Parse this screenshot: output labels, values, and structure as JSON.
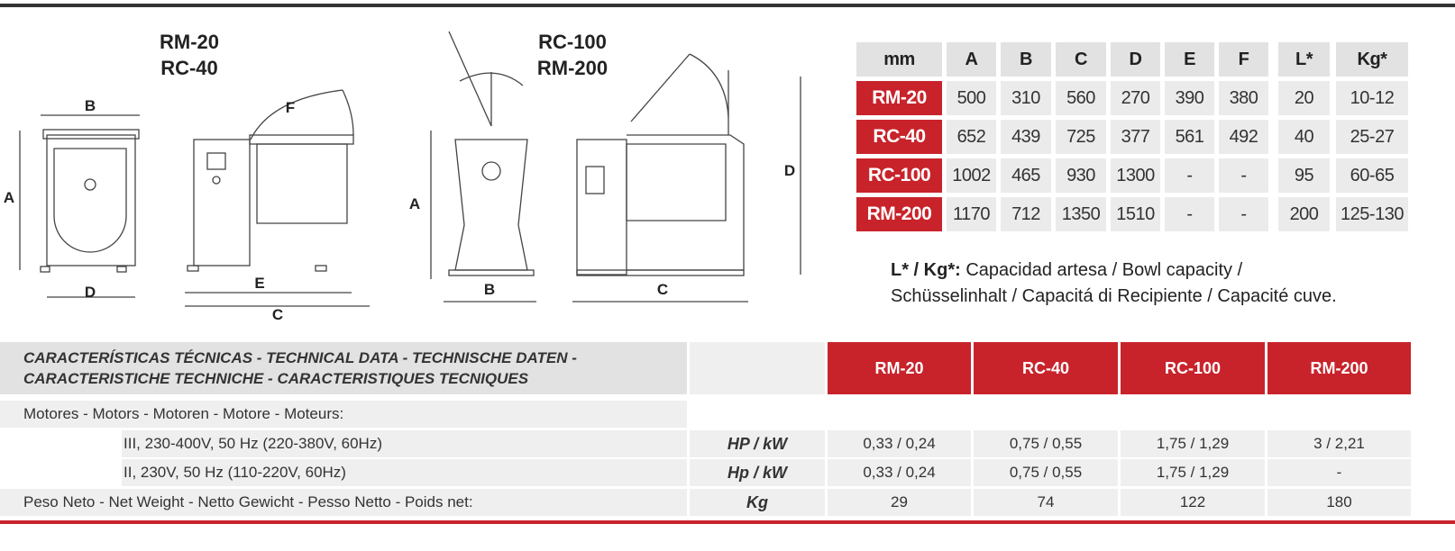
{
  "drawings": {
    "group1_title": [
      "RM-20",
      "RC-40"
    ],
    "group2_title": [
      "RC-100",
      "RM-200"
    ],
    "group1_labels": {
      "a": "A",
      "b": "B",
      "d": "D",
      "f": "F",
      "e": "E",
      "c": "C"
    },
    "group2_labels": {
      "a": "A",
      "b": "B",
      "c": "C",
      "d": "D"
    }
  },
  "dimensions_table": {
    "headers": [
      "mm",
      "A",
      "B",
      "C",
      "D",
      "E",
      "F",
      "L*",
      "Kg*"
    ],
    "rows": [
      {
        "model": "RM-20",
        "values": [
          "500",
          "310",
          "560",
          "270",
          "390",
          "380",
          "20",
          "10-12"
        ]
      },
      {
        "model": "RC-40",
        "values": [
          "652",
          "439",
          "725",
          "377",
          "561",
          "492",
          "40",
          "25-27"
        ]
      },
      {
        "model": "RC-100",
        "values": [
          "1002",
          "465",
          "930",
          "1300",
          "-",
          "-",
          "95",
          "60-65"
        ]
      },
      {
        "model": "RM-200",
        "values": [
          "1170",
          "712",
          "1350",
          "1510",
          "-",
          "-",
          "200",
          "125-130"
        ]
      }
    ]
  },
  "capacity_note": {
    "label": "L* / Kg*:",
    "line1": " Capacidad artesa / Bowl capacity /",
    "line2": "Schüsselinhalt / Capacitá di Recipiente / Capacité cuve."
  },
  "technical_table": {
    "title_line1": "CARACTERÍSTICAS TÉCNICAS - TECHNICAL DATA - TECHNISCHE DATEN -",
    "title_line2": "CARACTERISTICHE TECHNICHE - CARACTERISTIQUES TECNIQUES",
    "models": [
      "RM-20",
      "RC-40",
      "RC-100",
      "RM-200"
    ],
    "motors_label": "Motores - Motors - Motoren - Motore - Moteurs:",
    "rows": [
      {
        "label": "III, 230-400V, 50 Hz (220-380V, 60Hz)",
        "unit": "HP / kW",
        "values": [
          "0,33 / 0,24",
          "0,75 / 0,55",
          "1,75 / 1,29",
          "3 / 2,21"
        ]
      },
      {
        "label": "II, 230V, 50 Hz (110-220V, 60Hz)",
        "unit": "Hp / kW",
        "values": [
          "0,33 / 0,24",
          "0,75 / 0,55",
          "1,75 / 1,29",
          "-"
        ]
      },
      {
        "label": "Peso Neto - Net Weight - Netto Gewicht - Pesso Netto - Poids net:",
        "unit": "Kg",
        "values": [
          "29",
          "74",
          "122",
          "180"
        ]
      }
    ]
  },
  "colors": {
    "accent": "#c8232b",
    "header_gray": "#e2e2e2",
    "cell_gray": "#ebebeb"
  }
}
